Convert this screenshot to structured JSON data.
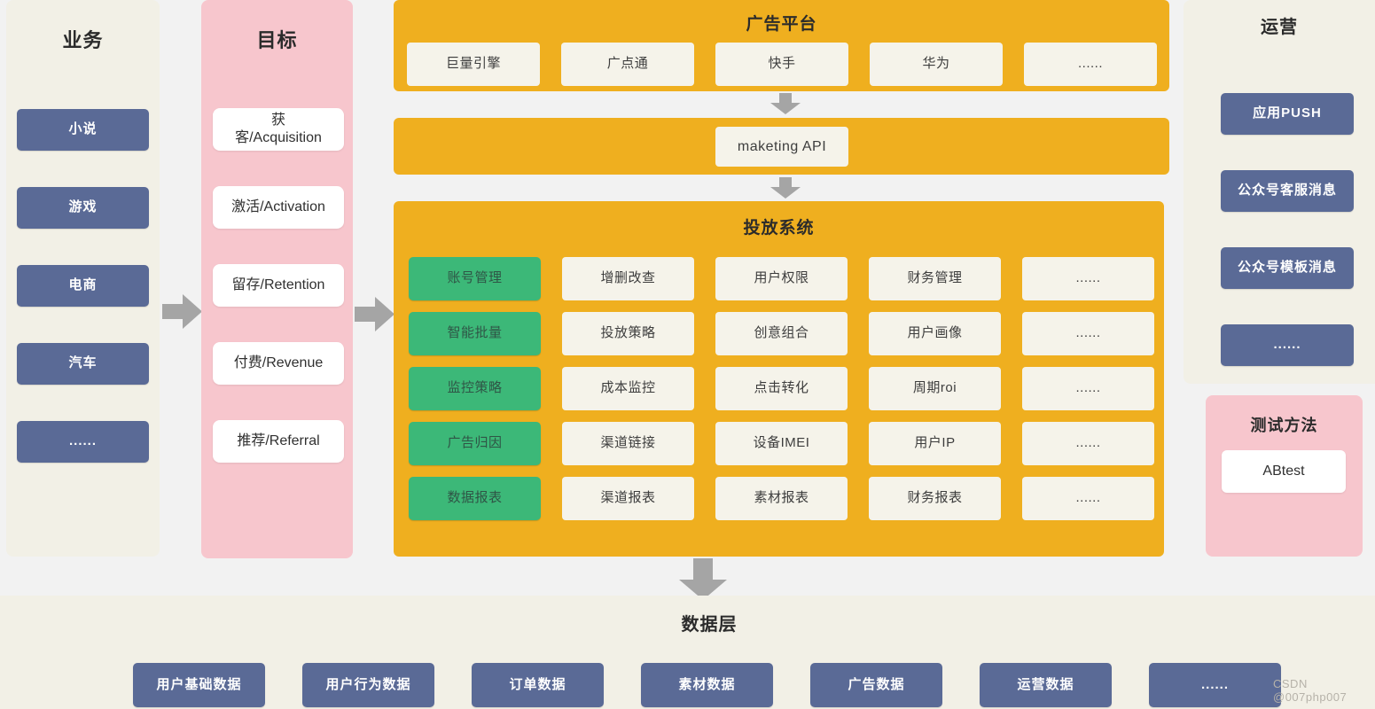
{
  "business": {
    "title": "业务",
    "items": [
      "小说",
      "游戏",
      "电商",
      "汽车",
      "......"
    ]
  },
  "goals": {
    "title": "目标",
    "items": [
      "获\n客/Acquisition",
      "激活/Activation",
      "留存/Retention",
      "付费/Revenue",
      "推荐/Referral"
    ]
  },
  "ad_platform": {
    "title": "广告平台",
    "platforms": [
      "巨量引擎",
      "广点通",
      "快手",
      "华为",
      "......"
    ]
  },
  "api_band": {
    "label": "maketing API"
  },
  "delivery": {
    "title": "投放系统",
    "cells": [
      "账号管理",
      "增删改查",
      "用户权限",
      "财务管理",
      "......",
      "智能批量",
      "投放策略",
      "创意组合",
      "用户画像",
      "......",
      "监控策略",
      "成本监控",
      "点击转化",
      "周期roi",
      "......",
      "广告归因",
      "渠道链接",
      "设备IMEI",
      "用户IP",
      "......",
      "数据报表",
      "渠道报表",
      "素材报表",
      "财务报表",
      "......"
    ]
  },
  "data_layer": {
    "title": "数据层",
    "items": [
      "用户基础数据",
      "用户行为数据",
      "订单数据",
      "素材数据",
      "广告数据",
      "运营数据",
      "......"
    ]
  },
  "operations": {
    "title": "运营",
    "items": [
      "应用PUSH",
      "公众号客服消息",
      "公众号模板消息",
      "......"
    ]
  },
  "testing": {
    "title": "测试方法",
    "method": "ABtest"
  },
  "watermark": {
    "text": "CSDN @007php007"
  },
  "colors": {
    "accent_orange": "#efaf1f",
    "accent_green": "#3cb878",
    "accent_blue": "#5a6a96",
    "accent_pink": "#f7c6cd",
    "panel_beige": "#f2f0e6",
    "box_cream": "#f5f3ea",
    "arrow_gray": "#a5a5a5"
  }
}
